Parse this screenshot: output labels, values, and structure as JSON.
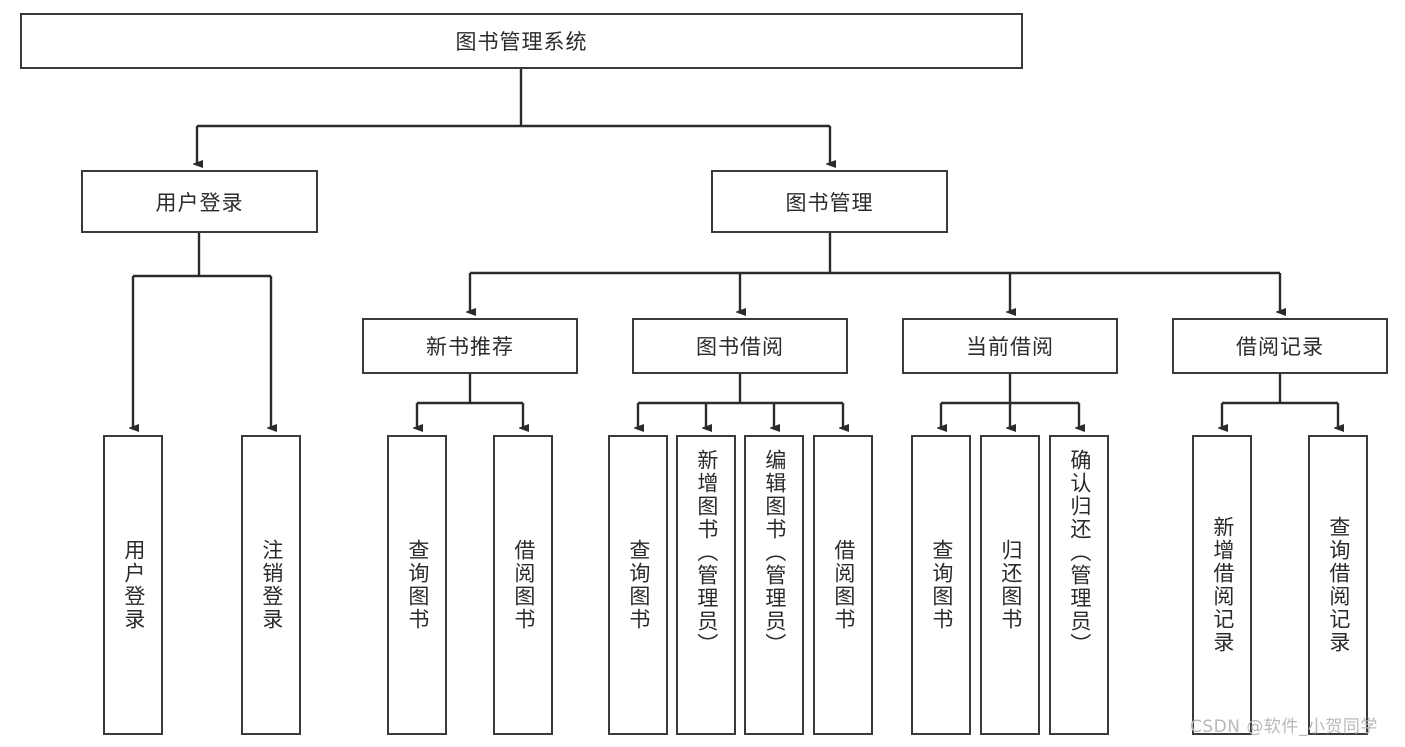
{
  "diagram": {
    "type": "tree-hierarchy-chart",
    "title": "图书管理系统",
    "watermark": "CSDN @软件_小贺同学",
    "colors": {
      "box_border": "#3a3a3a",
      "box_fill": "#ffffff",
      "connector": "#2b2b2b",
      "text": "#2b2b2b",
      "watermark": "#b9b9b9",
      "background": "#ffffff"
    },
    "levels": {
      "root": "图书管理系统",
      "level2": [
        "用户登录",
        "图书管理"
      ],
      "level3": [
        "新书推荐",
        "图书借阅",
        "当前借阅",
        "借阅记录"
      ]
    },
    "nodes": {
      "root": {
        "label": "图书管理系统",
        "orientation": "horizontal"
      },
      "user_login": {
        "label": "用户登录",
        "orientation": "horizontal"
      },
      "book_manage": {
        "label": "图书管理",
        "orientation": "horizontal"
      },
      "new_book_rec": {
        "label": "新书推荐",
        "orientation": "horizontal"
      },
      "book_borrow": {
        "label": "图书借阅",
        "orientation": "horizontal"
      },
      "current_borrow": {
        "label": "当前借阅",
        "orientation": "horizontal"
      },
      "borrow_record": {
        "label": "借阅记录",
        "orientation": "horizontal"
      },
      "leaf_user_login": {
        "label": "用户登录",
        "orientation": "vertical"
      },
      "leaf_logout": {
        "label": "注销登录",
        "orientation": "vertical"
      },
      "leaf_query_book_1": {
        "label": "查询图书",
        "orientation": "vertical"
      },
      "leaf_borrow_book_1": {
        "label": "借阅图书",
        "orientation": "vertical"
      },
      "leaf_query_book_2": {
        "label": "查询图书",
        "orientation": "vertical"
      },
      "leaf_add_book": {
        "label": "新增图书（管理员）",
        "orientation": "vertical"
      },
      "leaf_edit_book": {
        "label": "编辑图书（管理员）",
        "orientation": "vertical"
      },
      "leaf_borrow_book_2": {
        "label": "借阅图书",
        "orientation": "vertical"
      },
      "leaf_query_book_3": {
        "label": "查询图书",
        "orientation": "vertical"
      },
      "leaf_return_book": {
        "label": "归还图书",
        "orientation": "vertical"
      },
      "leaf_confirm_return": {
        "label": "确认归还（管理员）",
        "orientation": "vertical"
      },
      "leaf_add_record": {
        "label": "新增借阅记录",
        "orientation": "vertical"
      },
      "leaf_query_record": {
        "label": "查询借阅记录",
        "orientation": "vertical"
      }
    },
    "edges": [
      {
        "from": "图书管理系统",
        "to": "用户登录"
      },
      {
        "from": "图书管理系统",
        "to": "图书管理"
      },
      {
        "from": "用户登录",
        "to": "用户登录"
      },
      {
        "from": "用户登录",
        "to": "注销登录"
      },
      {
        "from": "图书管理",
        "to": "新书推荐"
      },
      {
        "from": "图书管理",
        "to": "图书借阅"
      },
      {
        "from": "图书管理",
        "to": "当前借阅"
      },
      {
        "from": "图书管理",
        "to": "借阅记录"
      },
      {
        "from": "新书推荐",
        "to": "查询图书"
      },
      {
        "from": "新书推荐",
        "to": "借阅图书"
      },
      {
        "from": "图书借阅",
        "to": "查询图书"
      },
      {
        "from": "图书借阅",
        "to": "新增图书（管理员）"
      },
      {
        "from": "图书借阅",
        "to": "编辑图书（管理员）"
      },
      {
        "from": "图书借阅",
        "to": "借阅图书"
      },
      {
        "from": "当前借阅",
        "to": "查询图书"
      },
      {
        "from": "当前借阅",
        "to": "归还图书"
      },
      {
        "from": "当前借阅",
        "to": "确认归还（管理员）"
      },
      {
        "from": "借阅记录",
        "to": "新增借阅记录"
      },
      {
        "from": "借阅记录",
        "to": "查询借阅记录"
      }
    ]
  }
}
